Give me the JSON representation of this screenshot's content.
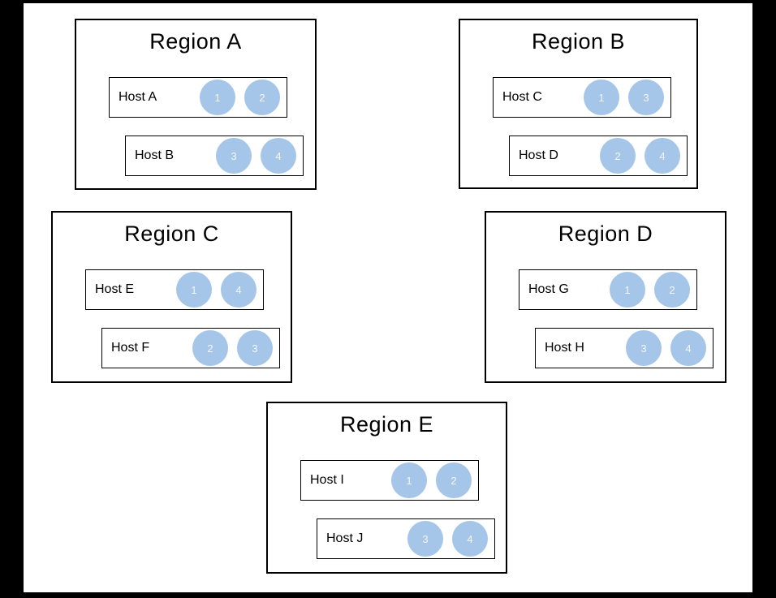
{
  "diagram": {
    "background": "#000000",
    "canvas_color": "#ffffff",
    "border_color": "#000000",
    "circle_fill": "#a5c6e9",
    "circle_text_color": "#f5f5f5"
  },
  "regions": [
    {
      "title": "Region A",
      "hosts": [
        {
          "label": "Host A",
          "circles": [
            "1",
            "2"
          ]
        },
        {
          "label": "Host B",
          "circles": [
            "3",
            "4"
          ]
        }
      ]
    },
    {
      "title": "Region B",
      "hosts": [
        {
          "label": "Host C",
          "circles": [
            "1",
            "3"
          ]
        },
        {
          "label": "Host D",
          "circles": [
            "2",
            "4"
          ]
        }
      ]
    },
    {
      "title": "Region C",
      "hosts": [
        {
          "label": "Host E",
          "circles": [
            "1",
            "4"
          ]
        },
        {
          "label": "Host F",
          "circles": [
            "2",
            "3"
          ]
        }
      ]
    },
    {
      "title": "Region D",
      "hosts": [
        {
          "label": "Host G",
          "circles": [
            "1",
            "2"
          ]
        },
        {
          "label": "Host H",
          "circles": [
            "3",
            "4"
          ]
        }
      ]
    },
    {
      "title": "Region E",
      "hosts": [
        {
          "label": "Host I",
          "circles": [
            "1",
            "2"
          ]
        },
        {
          "label": "Host J",
          "circles": [
            "3",
            "4"
          ]
        }
      ]
    }
  ]
}
